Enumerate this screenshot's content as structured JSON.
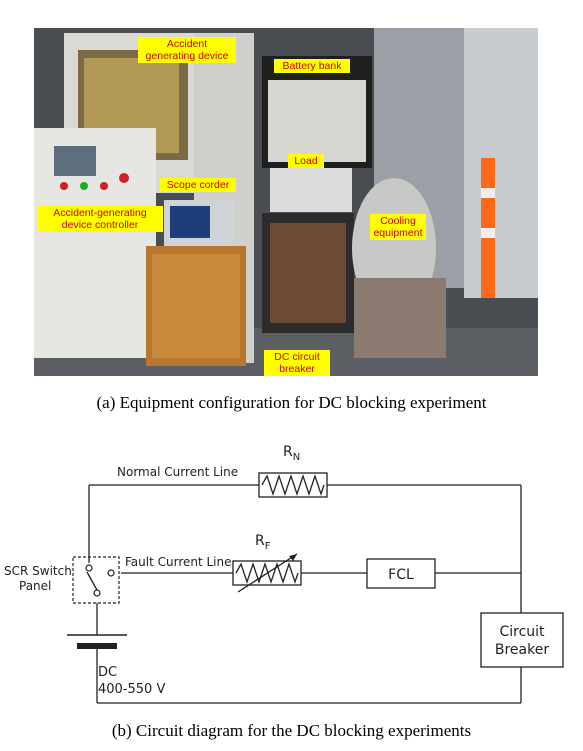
{
  "photo": {
    "labels": {
      "accident_device": "Accident generating device",
      "battery_bank": "Battery bank",
      "load": "Load",
      "scope_corder": "Scope corder",
      "accident_controller": "Accident-generating device controller",
      "cooling": "Cooling equipment",
      "dc_breaker": "DC circuit breaker"
    }
  },
  "captions": {
    "a": "(a)  Equipment configuration for DC blocking experiment",
    "b": "(b)  Circuit diagram for the DC blocking experiments"
  },
  "circuit": {
    "normal_line": "Normal Current Line",
    "fault_line": "Fault Current Line",
    "rn": "R",
    "rn_sub": "N",
    "rf": "R",
    "rf_sub": "F",
    "fcl": "FCL",
    "breaker_line1": "Circuit",
    "breaker_line2": "Breaker",
    "switch_line1": "SCR Switch",
    "switch_line2": "Panel",
    "dc_line1": "DC",
    "dc_line2": "400-550 V"
  }
}
